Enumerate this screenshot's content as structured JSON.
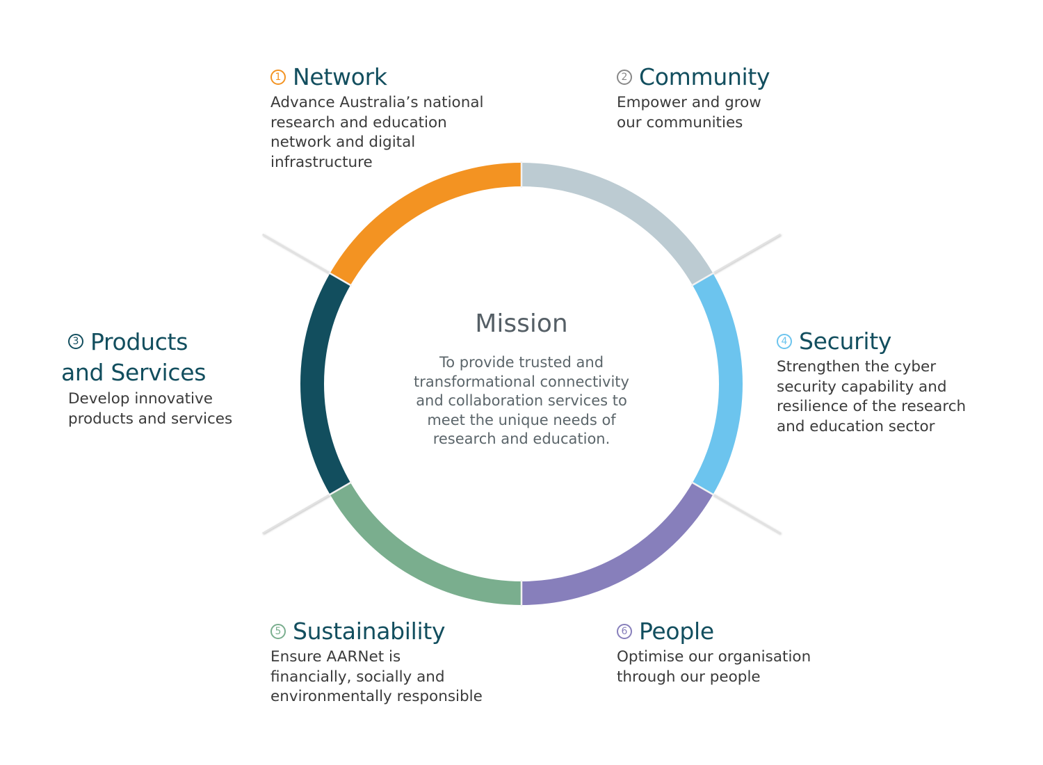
{
  "mission": {
    "title": "Mission",
    "text": "To provide trusted and\ntransformational connectivity\nand collaboration services to\nmeet the unique needs of\nresearch and education."
  },
  "segments": [
    {
      "number": "1",
      "title": "Network",
      "description": "Advance Australia’s national\nresearch and education\nnetwork and digital\ninfrastructure",
      "color": "#f39322"
    },
    {
      "number": "2",
      "title": "Community",
      "description": "Empower and grow\nour communities",
      "color": "#bccbd2"
    },
    {
      "number": "3",
      "title": "Products\nand Services",
      "description": "Develop innovative\nproducts and services",
      "color": "#124e5e"
    },
    {
      "number": "4",
      "title": "Security",
      "description": "Strengthen the cyber\nsecurity capability and\nresilience of the research\nand education sector",
      "color": "#6cc4ee"
    },
    {
      "number": "5",
      "title": "Sustainability",
      "description": "Ensure AARNet is\nfinancially, socially and\nenvironmentally responsible",
      "color": "#7aae8e"
    },
    {
      "number": "6",
      "title": "People",
      "description": "Optimise our organisation\nthrough our people",
      "color": "#877fbb"
    }
  ],
  "icon_colors": [
    "#f39322",
    "#888888",
    "#124e5e",
    "#6cc4ee",
    "#7aae8e",
    "#877fbb"
  ]
}
